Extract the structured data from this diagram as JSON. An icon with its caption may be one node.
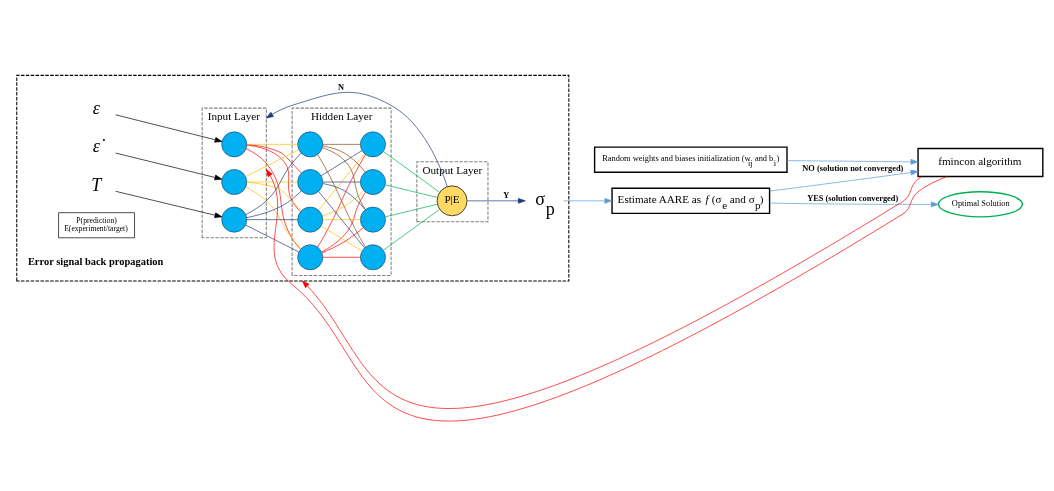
{
  "diagram": {
    "nodes": [
      {
        "text": [],
        "shape": "box"
      },
      {
        "text": [
          "Input Layer"
        ],
        "in": 0
      },
      {
        "text": [
          "Hidden Layer"
        ],
        "in": 0
      },
      {
        "text": [
          "Output Layer"
        ],
        "in": 0
      },
      {
        "text": [
          "ε"
        ],
        "in": 0
      },
      {
        "text": [
          "ε̇"
        ],
        "in": 0
      },
      {
        "text": [
          "T"
        ],
        "in": 0
      },
      {
        "text": [],
        "shape": "circle",
        "in": 1
      },
      {
        "text": [],
        "shape": "circle",
        "in": 1
      },
      {
        "text": [],
        "shape": "circle",
        "in": 1
      },
      {
        "text": [],
        "shape": "circle",
        "in": 2
      },
      {
        "text": [],
        "shape": "circle",
        "in": 2
      },
      {
        "text": [],
        "shape": "circle",
        "in": 2
      },
      {
        "text": [],
        "shape": "circle",
        "in": 2
      },
      {
        "text": [],
        "shape": "circle",
        "in": 2
      },
      {
        "text": [],
        "shape": "circle",
        "in": 2
      },
      {
        "text": [],
        "shape": "circle",
        "in": 2
      },
      {
        "text": [],
        "shape": "circle",
        "in": 2
      },
      {
        "text": [
          "P|E"
        ],
        "in": 3
      },
      {
        "text": [
          "σ$_{p}$"
        ],
        "in": 0
      },
      {
        "text": [
          "P(prediction)",
          "E(experiment/target)"
        ],
        "in": 0
      },
      {
        "text": [
          "Estimate AARE as *f* (σ$_{e}$ and σ$_{p}$)"
        ]
      },
      {
        "text": [
          "Optimal Solution"
        ]
      },
      {
        "text": [
          "Random weights and biases initialization (w$_{ij}$ and b$_{i}$)"
        ]
      },
      {
        "text": [
          "fmincon algorithm"
        ]
      }
    ],
    "edges": [
      {
        "from": 4,
        "to": 7,
        "arrow": "to",
        "color": "#000000"
      },
      {
        "from": 5,
        "to": 8,
        "arrow": "to",
        "color": "#000000"
      },
      {
        "from": 6,
        "to": 9,
        "arrow": "to",
        "color": "#000000"
      },
      {
        "from": 7,
        "to": 10,
        "arrow": "none",
        "color": "#ff0000"
      },
      {
        "from": 7,
        "to": 11,
        "arrow": "none",
        "color": "#ff0000"
      },
      {
        "from": 7,
        "to": 12,
        "arrow": "none",
        "color": "#ff0000"
      },
      {
        "from": 7,
        "to": 13,
        "arrow": "none",
        "color": "#ffc000"
      },
      {
        "from": 8,
        "to": 10,
        "arrow": "none",
        "color": "#ffc000"
      },
      {
        "from": 8,
        "to": 11,
        "arrow": "none",
        "color": "#ffc000"
      },
      {
        "from": 8,
        "to": 12,
        "arrow": "none",
        "color": "#ffc000"
      },
      {
        "from": 8,
        "to": 13,
        "arrow": "none",
        "color": "#ffc000"
      },
      {
        "from": 9,
        "to": 10,
        "arrow": "none",
        "color": "#1f3a7a"
      },
      {
        "from": 9,
        "to": 11,
        "arrow": "none",
        "color": "#1f3a7a"
      },
      {
        "from": 9,
        "to": 12,
        "arrow": "none",
        "color": "#1f3a7a"
      },
      {
        "from": 9,
        "to": 13,
        "arrow": "none",
        "color": "#1f3a7a"
      },
      {
        "from": 10,
        "to": 14,
        "arrow": "none",
        "color": "#ff0000"
      },
      {
        "from": 10,
        "to": 15,
        "arrow": "none",
        "color": "#ff0000"
      },
      {
        "from": 10,
        "to": 16,
        "arrow": "none",
        "color": "#ff0000"
      },
      {
        "from": 10,
        "to": 17,
        "arrow": "none",
        "color": "#ff0000"
      },
      {
        "from": 11,
        "to": 14,
        "arrow": "none",
        "color": "#ffc000"
      },
      {
        "from": 11,
        "to": 15,
        "arrow": "none",
        "color": "#ffc000"
      },
      {
        "from": 11,
        "to": 16,
        "arrow": "none",
        "color": "#ffc000"
      },
      {
        "from": 11,
        "to": 17,
        "arrow": "none",
        "color": "#ffc000"
      },
      {
        "from": 12,
        "to": 14,
        "arrow": "none",
        "color": "#1f3a7a"
      },
      {
        "from": 12,
        "to": 15,
        "arrow": "none",
        "color": "#1f3a7a"
      },
      {
        "from": 12,
        "to": 16,
        "arrow": "none",
        "color": "#1f3a7a"
      },
      {
        "from": 12,
        "to": 17,
        "arrow": "none",
        "color": "#1f3a7a"
      },
      {
        "from": 13,
        "to": 14,
        "arrow": "none",
        "color": "#8b4513"
      },
      {
        "from": 13,
        "to": 15,
        "arrow": "none",
        "color": "#8b4513"
      },
      {
        "from": 13,
        "to": 16,
        "arrow": "none",
        "color": "#8b4513"
      },
      {
        "from": 13,
        "to": 17,
        "arrow": "none",
        "color": "#8b4513"
      },
      {
        "from": 14,
        "to": 18,
        "arrow": "none",
        "color": "#00b050"
      },
      {
        "from": 15,
        "to": 18,
        "arrow": "none",
        "color": "#00b050"
      },
      {
        "from": 16,
        "to": 18,
        "arrow": "none",
        "color": "#00b050"
      },
      {
        "from": 17,
        "to": 18,
        "arrow": "none",
        "color": "#00b050"
      },
      {
        "from": 18,
        "to": 19,
        "arrow": "to",
        "label": "Y",
        "color": "#1f3a7a"
      },
      {
        "from": 18,
        "to": 1,
        "arrow": "to",
        "label": "N",
        "color": "#1f3a7a"
      },
      {
        "from": 19,
        "to": 21,
        "arrow": "to",
        "color": "#5b9bd5"
      },
      {
        "from": 21,
        "to": 22,
        "arrow": "to",
        "label": "YES (solution converged)",
        "color": "#5b9bd5"
      },
      {
        "from": 21,
        "to": 24,
        "arrow": "to",
        "label": "NO (solution not converged)",
        "color": "#5b9bd5"
      },
      {
        "from": 23,
        "to": 24,
        "arrow": "to",
        "color": "#5b9bd5"
      },
      {
        "from": 24,
        "to": 1,
        "arrow": "to",
        "color": "#ff0000"
      },
      {
        "from": 24,
        "to": 0,
        "arrow": "to",
        "color": "#ff0000"
      }
    ],
    "labels": [
      "Error signal back propagation"
    ]
  }
}
